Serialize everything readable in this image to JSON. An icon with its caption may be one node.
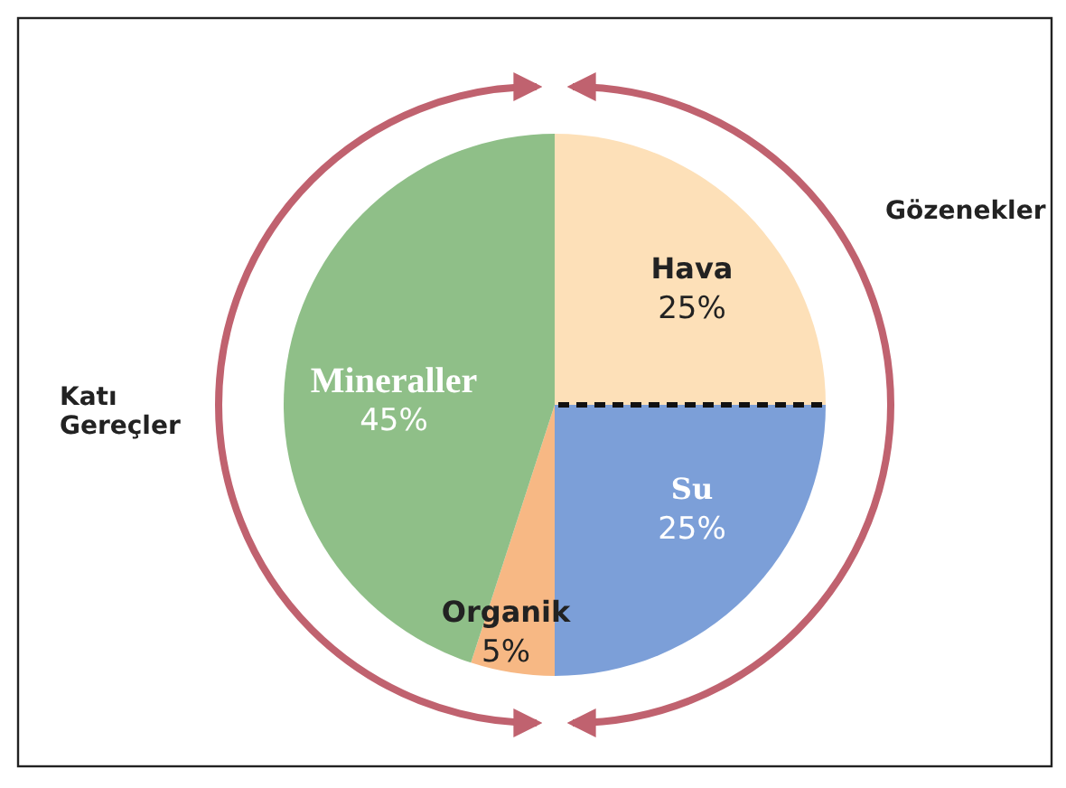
{
  "diagram": {
    "labels": [
      "Gözenekler",
      "Katı Gereçler"
    ],
    "chart_data": {
      "type": "pie",
      "categories": [
        "Hava",
        "Su",
        "Organik",
        "Mineraller"
      ],
      "values": [
        25,
        25,
        5,
        45
      ],
      "value_labels": [
        "25%",
        "25%",
        "5%",
        "45%"
      ]
    }
  }
}
